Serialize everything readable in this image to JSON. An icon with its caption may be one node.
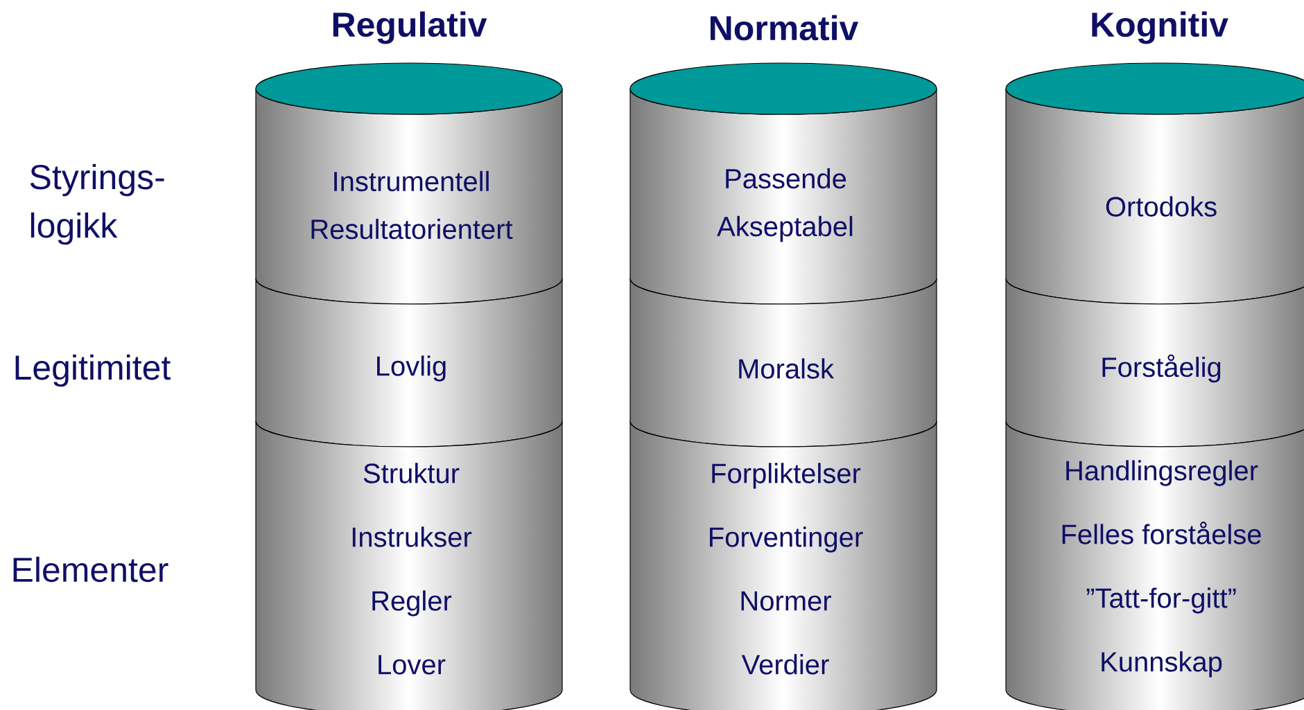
{
  "diagram": {
    "nodes": [
      {
        "text": [
          "Instrumentell",
          "Resultatorientert"
        ]
      },
      {
        "text": [
          "Lovlig"
        ]
      },
      {
        "text": [
          "Struktur",
          "Instrukser",
          "Regler",
          "Lover"
        ]
      },
      {
        "text": [
          "Passende",
          "Akseptabel"
        ]
      },
      {
        "text": [
          "Moralsk"
        ]
      },
      {
        "text": [
          "Forpliktelser",
          "Forventinger",
          "Normer",
          "Verdier"
        ]
      },
      {
        "text": [
          "Ortodoks"
        ]
      },
      {
        "text": [
          "Forståelig"
        ]
      },
      {
        "text": [
          "Handlingsregler",
          "Felles forståelse",
          "”Tatt-for-gitt”",
          "Kunnskap"
        ]
      }
    ],
    "labels": [
      "Regulativ",
      "Normativ",
      "Kognitiv",
      "Styrings- logikk",
      "Legitimitet",
      "Elementer"
    ]
  }
}
